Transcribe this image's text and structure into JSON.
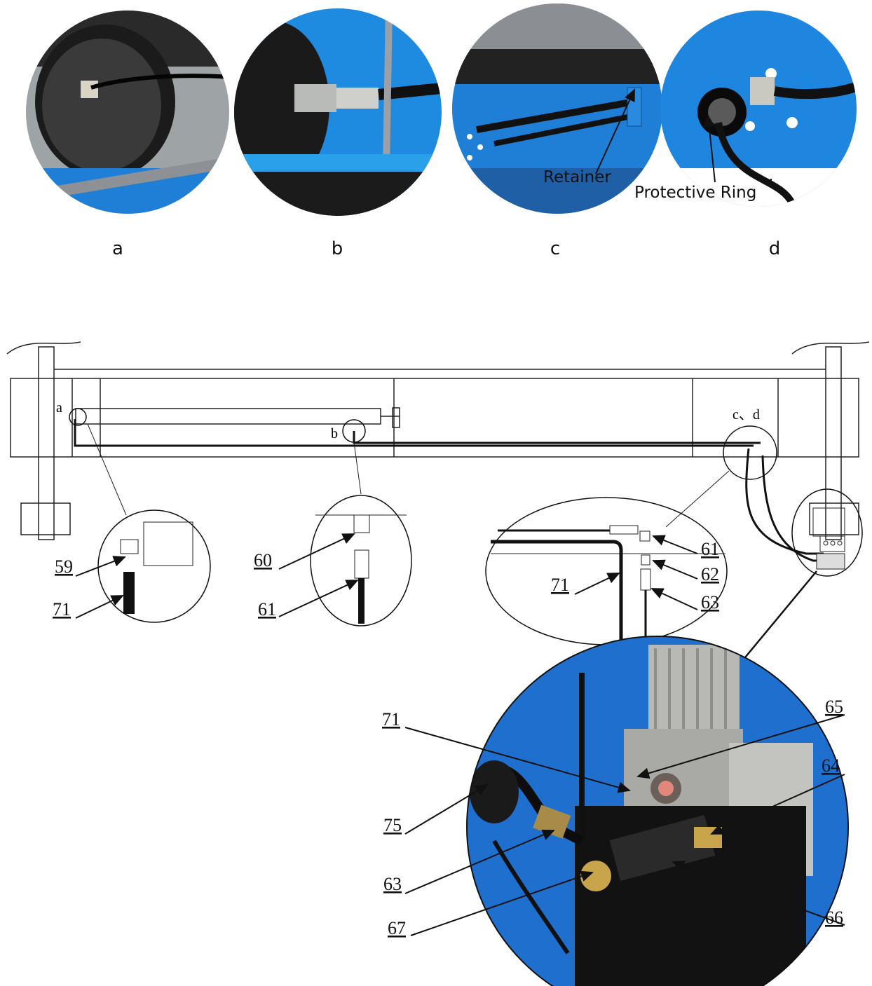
{
  "photos": [
    {
      "label": "a"
    },
    {
      "label": "b"
    },
    {
      "label": "c",
      "annotation": "Retainer"
    },
    {
      "label": "d",
      "annotation": "Protective Ring"
    }
  ],
  "diagram": {
    "markers": {
      "a": "a",
      "b": "b",
      "cd": "c、d"
    },
    "detail_a": [
      "59",
      "71"
    ],
    "detail_b": [
      "60",
      "61"
    ],
    "detail_cd": [
      "61",
      "62",
      "63",
      "71"
    ],
    "pump_detail": [
      "71",
      "65",
      "64",
      "75",
      "63",
      "67",
      "66"
    ]
  },
  "colors": {
    "blue": "#1f7fd6",
    "steel": "#6b6f73",
    "hose": "#111111"
  }
}
